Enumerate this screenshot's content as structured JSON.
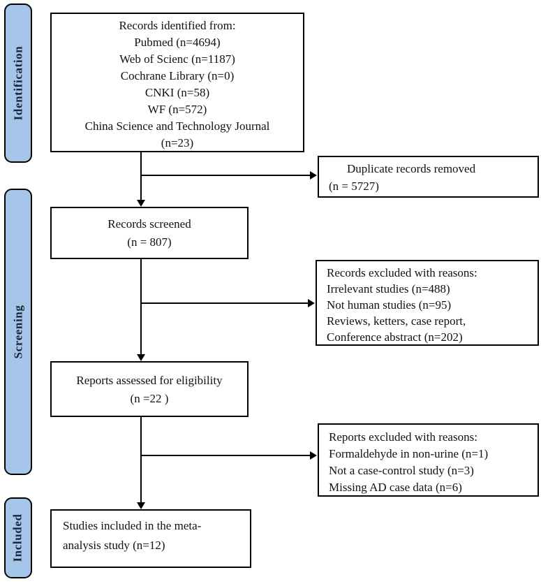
{
  "stages": {
    "identification": "Identification",
    "screening": "Screening",
    "included": "Included"
  },
  "boxes": {
    "records_identified": {
      "lines": [
        "Records identified from:",
        "Pubmed (n=4694)",
        "Web of Scienc (n=1187)",
        "Cochrane Library (n=0)",
        "CNKI (n=58)",
        "WF (n=572)",
        "China Science and Technology Journal",
        "(n=23)"
      ]
    },
    "duplicates_removed": {
      "lines": [
        "Duplicate records removed",
        "(n = 5727)"
      ]
    },
    "records_screened": {
      "lines": [
        "Records screened",
        "(n = 807)"
      ]
    },
    "records_excluded": {
      "lines": [
        "Records excluded with reasons:",
        "Irrelevant studies (n=488)",
        "Not human studies (n=95)",
        "Reviews, ketters, case report,",
        "Conference abstract (n=202)"
      ]
    },
    "reports_assessed": {
      "lines": [
        "Reports assessed for eligibility",
        "(n =22 )"
      ]
    },
    "reports_excluded": {
      "lines": [
        "Reports excluded with reasons:",
        "Formaldehyde in non-urine (n=1)",
        "Not a case-control study (n=3)",
        "Missing AD case data (n=6)"
      ]
    },
    "studies_included": {
      "lines": [
        "Studies included in the meta-",
        "analysis study (n=12)"
      ]
    }
  },
  "colors": {
    "stage_fill": "#A6C6E9",
    "stage_text": "#16273B",
    "box_border": "#000000",
    "text": "#111111"
  }
}
